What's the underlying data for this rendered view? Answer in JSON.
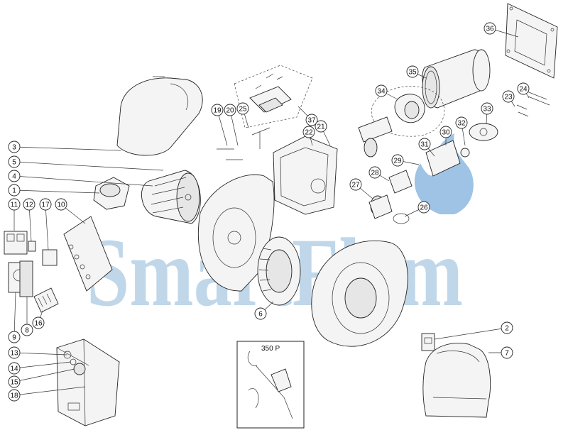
{
  "watermark": {
    "brand": "SmartFlam",
    "color": "#1e6fb5"
  },
  "inset_label": "350 P",
  "callouts": [
    {
      "id": "c36",
      "num": "36"
    },
    {
      "id": "c35",
      "num": "35"
    },
    {
      "id": "c34",
      "num": "34"
    },
    {
      "id": "c24",
      "num": "24"
    },
    {
      "id": "c23",
      "num": "23"
    },
    {
      "id": "c33",
      "num": "33"
    },
    {
      "id": "c32",
      "num": "32"
    },
    {
      "id": "c30",
      "num": "30"
    },
    {
      "id": "c31",
      "num": "31"
    },
    {
      "id": "c29",
      "num": "29"
    },
    {
      "id": "c28",
      "num": "28"
    },
    {
      "id": "c27",
      "num": "27"
    },
    {
      "id": "c26",
      "num": "26"
    },
    {
      "id": "c37",
      "num": "37"
    },
    {
      "id": "c19",
      "num": "19"
    },
    {
      "id": "c20",
      "num": "20"
    },
    {
      "id": "c25",
      "num": "25"
    },
    {
      "id": "c22",
      "num": "22"
    },
    {
      "id": "c21",
      "num": "21"
    },
    {
      "id": "c3",
      "num": "3"
    },
    {
      "id": "c5",
      "num": "5"
    },
    {
      "id": "c4",
      "num": "4"
    },
    {
      "id": "c1",
      "num": "1"
    },
    {
      "id": "c11",
      "num": "11"
    },
    {
      "id": "c12",
      "num": "12"
    },
    {
      "id": "c17",
      "num": "17"
    },
    {
      "id": "c10",
      "num": "10"
    },
    {
      "id": "c6",
      "num": "6"
    },
    {
      "id": "c9",
      "num": "9"
    },
    {
      "id": "c8",
      "num": "8"
    },
    {
      "id": "c16",
      "num": "16"
    },
    {
      "id": "c13",
      "num": "13"
    },
    {
      "id": "c14",
      "num": "14"
    },
    {
      "id": "c15",
      "num": "15"
    },
    {
      "id": "c18",
      "num": "18"
    },
    {
      "id": "c2",
      "num": "2"
    },
    {
      "id": "c7",
      "num": "7"
    }
  ]
}
